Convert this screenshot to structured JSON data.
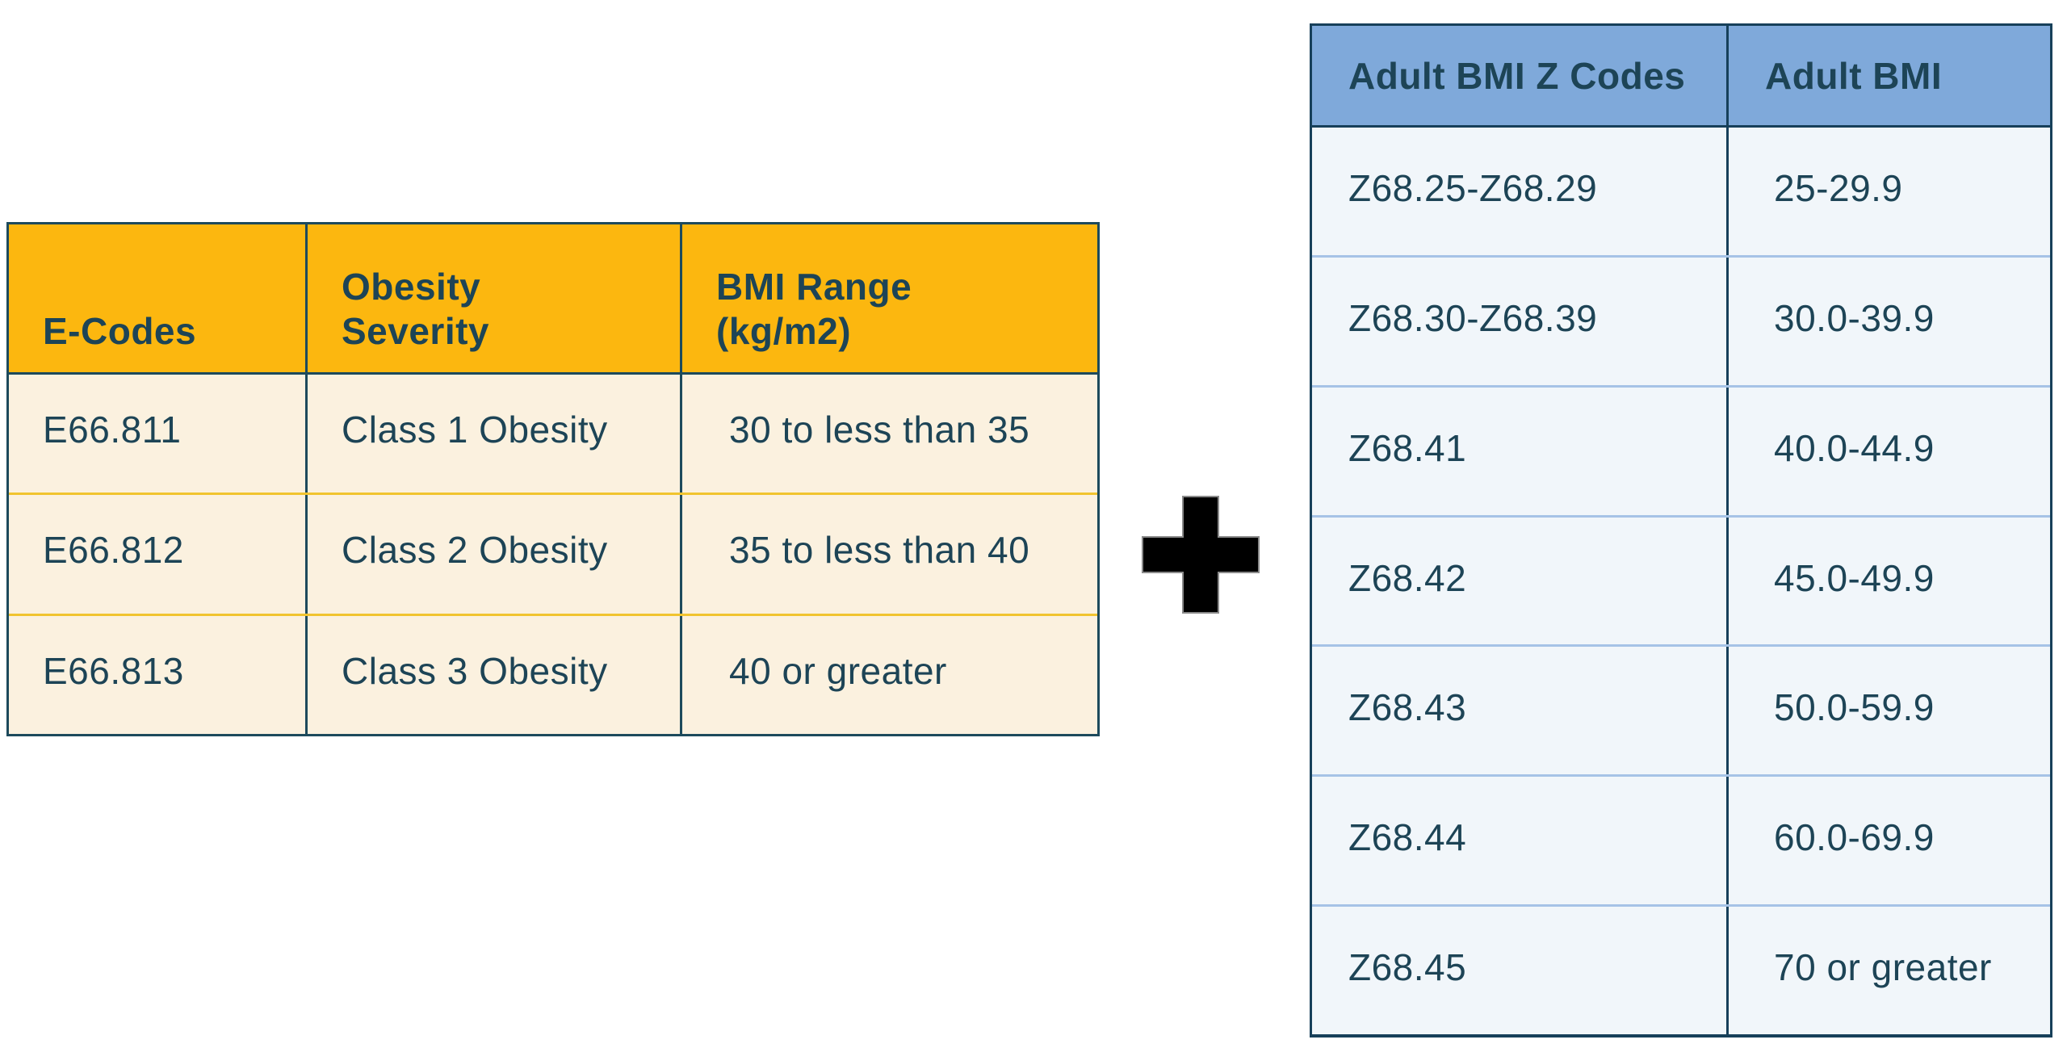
{
  "page": {
    "background": "#ffffff"
  },
  "left_table": {
    "title_semantic": "obesity-severity-e-codes-table",
    "colors": {
      "header_bg": "#fcb70f",
      "body_bg": "#fbf1df",
      "border": "#1d4a5c",
      "row_divider": "#f1c42f",
      "text": "#1d4456"
    },
    "columns": [
      "E-Codes",
      "Obesity\nSeverity",
      "BMI Range\n(kg/m2)"
    ],
    "rows": [
      {
        "code": "E66.811",
        "severity": "Class 1 Obesity",
        "bmi_range": "30 to less than 35"
      },
      {
        "code": "E66.812",
        "severity": "Class 2 Obesity",
        "bmi_range": "35 to less than 40"
      },
      {
        "code": "E66.813",
        "severity": "Class 3 Obesity",
        "bmi_range": "40 or greater"
      }
    ]
  },
  "operator": {
    "icon": "plus-icon",
    "color": "#000000",
    "outline": "#8a8a8a"
  },
  "right_table": {
    "title_semantic": "adult-bmi-z-codes-table",
    "colors": {
      "header_bg": "#7fa9da",
      "body_bg": "#f1f6fa",
      "border": "#17405a",
      "row_divider": "#a6c3e6",
      "text": "#1d4456"
    },
    "columns": [
      "Adult BMI Z Codes",
      "Adult BMI"
    ],
    "rows": [
      {
        "z_codes": "Z68.25-Z68.29",
        "bmi": "25-29.9"
      },
      {
        "z_codes": "Z68.30-Z68.39",
        "bmi": "30.0-39.9"
      },
      {
        "z_codes": "Z68.41",
        "bmi": "40.0-44.9"
      },
      {
        "z_codes": "Z68.42",
        "bmi": "45.0-49.9"
      },
      {
        "z_codes": "Z68.43",
        "bmi": "50.0-59.9"
      },
      {
        "z_codes": "Z68.44",
        "bmi": "60.0-69.9"
      },
      {
        "z_codes": "Z68.45",
        "bmi": "70 or greater"
      }
    ]
  }
}
